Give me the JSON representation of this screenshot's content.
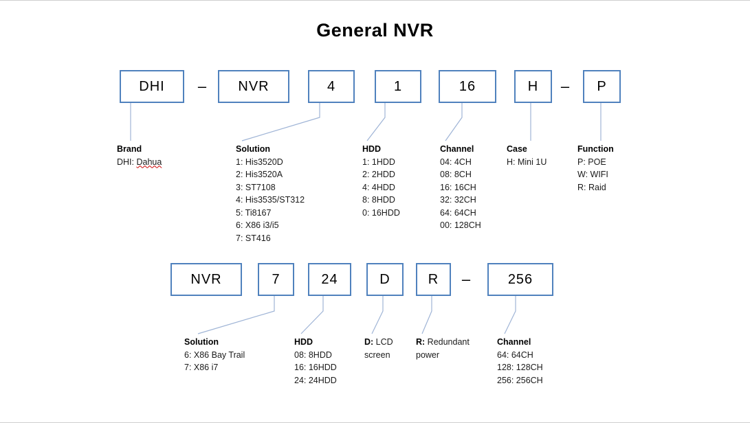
{
  "title": "General NVR",
  "row1": {
    "boxes": {
      "b1": "DHI",
      "b2": "NVR",
      "b3": "4",
      "b4": "1",
      "b5": "16",
      "b6": "H",
      "b7": "P"
    },
    "dash1": "–",
    "dash2": "–"
  },
  "row2": {
    "boxes": {
      "b1": "NVR",
      "b2": "7",
      "b3": "24",
      "b4": "D",
      "b5": "R",
      "b6": "256"
    },
    "dash1": "–"
  },
  "legend1": {
    "brand": {
      "heading": "Brand",
      "prefix": "DHI: ",
      "underlined": "Dahua"
    },
    "solution": {
      "heading": "Solution",
      "l1": "1: His3520D",
      "l2": "2: His3520A",
      "l3": "3: ST7108",
      "l4": "4: His3535/ST312",
      "l5": "5: Ti8167",
      "l6": "6: X86 i3/i5",
      "l7": "7: ST416"
    },
    "hdd": {
      "heading": "HDD",
      "l1": "1: 1HDD",
      "l2": "2: 2HDD",
      "l3": "4: 4HDD",
      "l4": "8: 8HDD",
      "l5": "0: 16HDD"
    },
    "channel": {
      "heading": "Channel",
      "l1": "04: 4CH",
      "l2": "08: 8CH",
      "l3": "16: 16CH",
      "l4": "32: 32CH",
      "l5": "64: 64CH",
      "l6": "00: 128CH"
    },
    "case": {
      "heading": "Case",
      "l1": "H: Mini 1U"
    },
    "function": {
      "heading": "Function",
      "l1": "P: POE",
      "l2": "W: WIFI",
      "l3": "R: Raid"
    }
  },
  "legend2": {
    "solution": {
      "heading": "Solution",
      "l1": "6: X86 Bay Trail",
      "l2": "7: X86 i7"
    },
    "hdd": {
      "heading": "HDD",
      "l1": "08: 8HDD",
      "l2": "16: 16HDD",
      "l3": "24: 24HDD"
    },
    "lcd": {
      "bold": "D:",
      "rest": " LCD",
      "line2": "screen"
    },
    "power": {
      "bold": "R:",
      "rest": " Redundant",
      "line2": "power"
    },
    "channel": {
      "heading": "Channel",
      "l1": "64: 64CH",
      "l2": "128: 128CH",
      "l3": "256: 256CH"
    }
  },
  "colors": {
    "box_border": "#4f81bd",
    "connector": "#9fb4d6",
    "misspell_underline": "#cc0000"
  }
}
